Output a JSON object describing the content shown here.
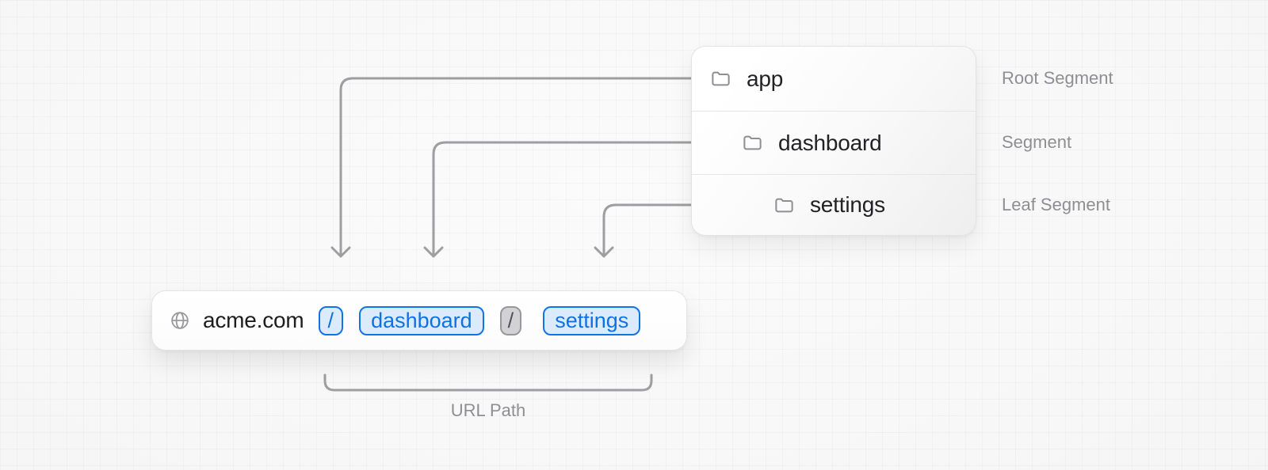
{
  "folder_panel": {
    "rows": [
      {
        "name": "app",
        "annotation": "Root Segment",
        "depth": 0
      },
      {
        "name": "dashboard",
        "annotation": "Segment",
        "depth": 1
      },
      {
        "name": "settings",
        "annotation": "Leaf Segment",
        "depth": 2
      }
    ]
  },
  "url_bar": {
    "domain": "acme.com",
    "segments": [
      {
        "text": "/",
        "variant": "blue"
      },
      {
        "text": "dashboard",
        "variant": "blue"
      },
      {
        "text": "/",
        "variant": "gray"
      },
      {
        "text": "settings",
        "variant": "blue"
      }
    ]
  },
  "url_path": {
    "label": "URL Path"
  },
  "icons": {
    "globe": "globe-icon",
    "folder": "folder-icon"
  },
  "colors": {
    "segment_blue_text": "#0f72e3",
    "segment_blue_border": "#1173e4",
    "segment_blue_bg": "#dcebfc",
    "segment_gray_text": "#515156",
    "segment_gray_border": "#98989c",
    "segment_gray_bg": "#d2d2d4",
    "arrow_gray": "#9e9ea1",
    "annotation_gray": "#8e8e93",
    "text_dark": "#1d1d1f"
  }
}
